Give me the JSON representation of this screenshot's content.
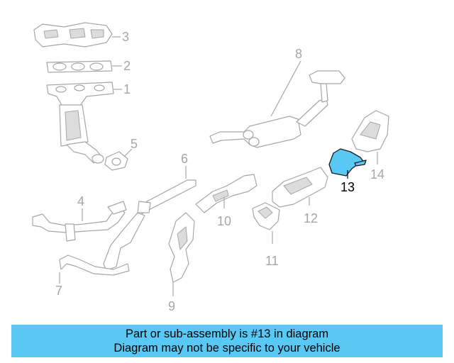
{
  "callouts": {
    "c1": "1",
    "c2": "2",
    "c3": "3",
    "c4": "4",
    "c5": "5",
    "c6": "6",
    "c7": "7",
    "c8": "8",
    "c9": "9",
    "c10": "10",
    "c11": "11",
    "c12": "12",
    "c13": "13",
    "c14": "14"
  },
  "highlighted_part": "13",
  "banner": {
    "line1": "Part or sub-assembly is #13 in diagram",
    "line2": "Diagram may not be specific to your vehicle"
  },
  "colors": {
    "highlight": "#5ac8f5",
    "banner": "#5ac8f5",
    "outline": "#a6a6a6"
  }
}
